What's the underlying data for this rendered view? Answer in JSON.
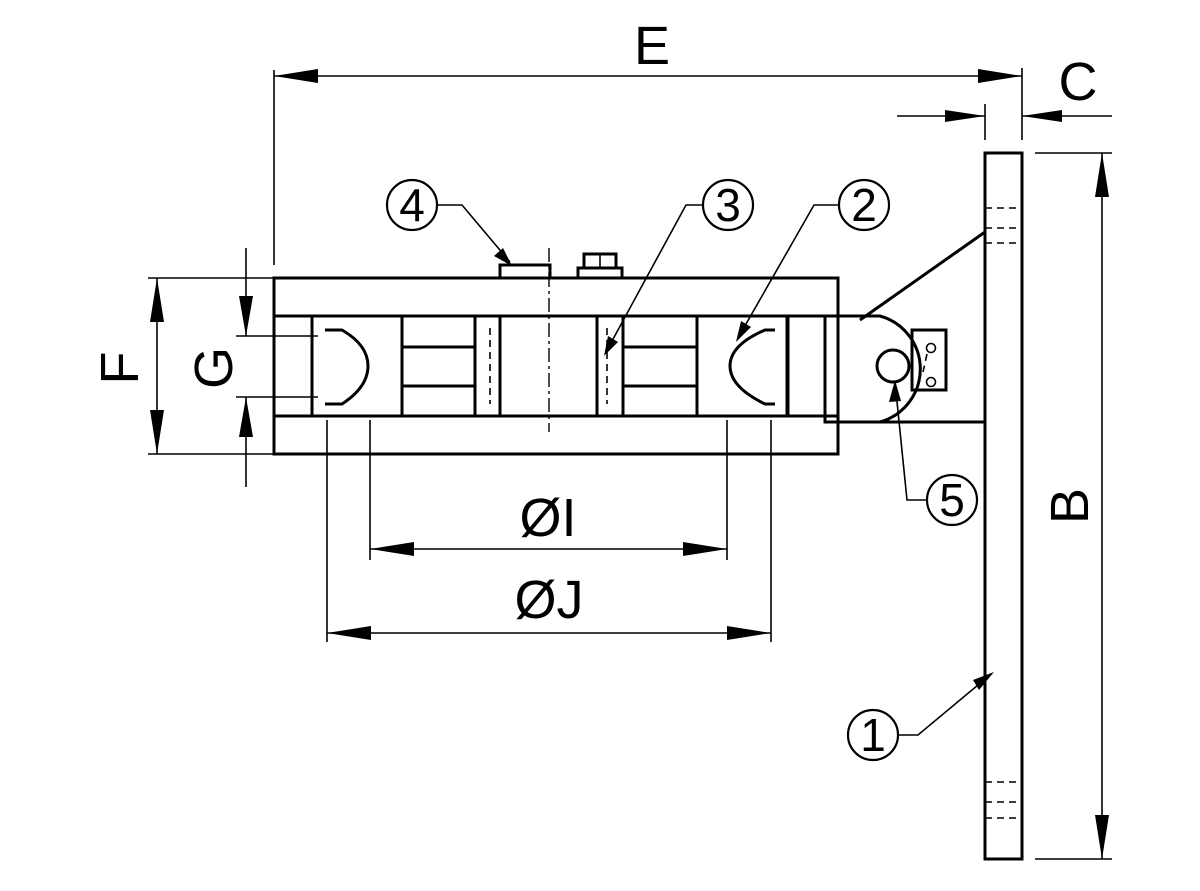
{
  "dimensions": {
    "E": "E",
    "C": "C",
    "B": "B",
    "F": "F",
    "G": "G",
    "I": "ØI",
    "J": "ØJ"
  },
  "balloons": {
    "b1": "1",
    "b2": "2",
    "b3": "3",
    "b4": "4",
    "b5": "5"
  }
}
